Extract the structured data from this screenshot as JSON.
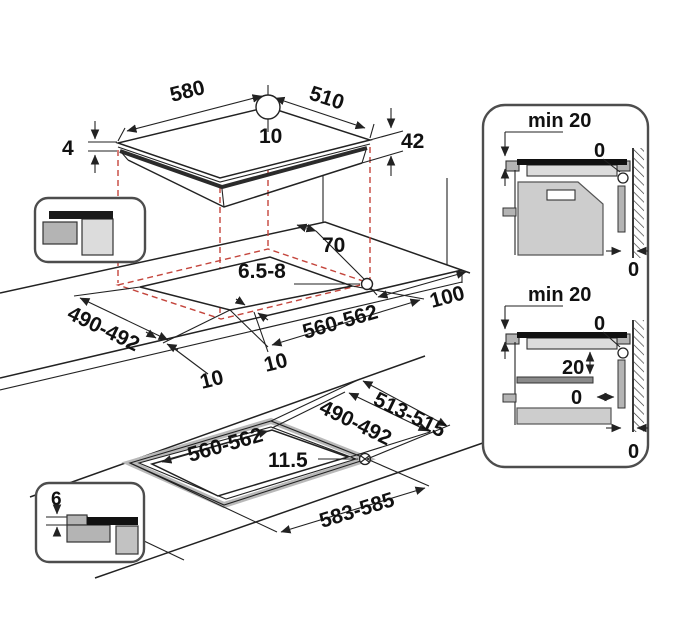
{
  "diagram": {
    "hob": {
      "width_mm": "580",
      "depth_mm": "510",
      "hole_edge_offset": "10",
      "glass_thickness": "4",
      "height": "42"
    },
    "cutout": {
      "hole_rear_distance": "70",
      "hole_diameter": "6.5-8",
      "depth": "490-492",
      "width": "560-562",
      "rear_clearance": "100",
      "side_gap": "10",
      "front_gap": "10"
    },
    "flush": {
      "recess_depth": "513-515",
      "cutout_depth": "490-492",
      "cutout_width": "560-562",
      "screw_edge_offset": "11.5",
      "recess_width": "583-585",
      "rebate_depth": "6"
    },
    "clearances": {
      "top": {
        "min_below": "min 20",
        "wall_gap": "0",
        "rear_bottom_gap": "0"
      },
      "bottom": {
        "min_below": "min 20",
        "wall_gap": "0",
        "shelf_distance": "20",
        "shelf_side_gap": "0",
        "rear_bottom_gap": "0"
      }
    },
    "colors": {
      "line": "#222222",
      "projection_dashed": "#c4453c",
      "fill_gray": "#b4b4b4",
      "fill_light": "#dcdcdc",
      "fill_dark": "#8a8a8a",
      "fill_panel": "#cdcdcd"
    }
  }
}
